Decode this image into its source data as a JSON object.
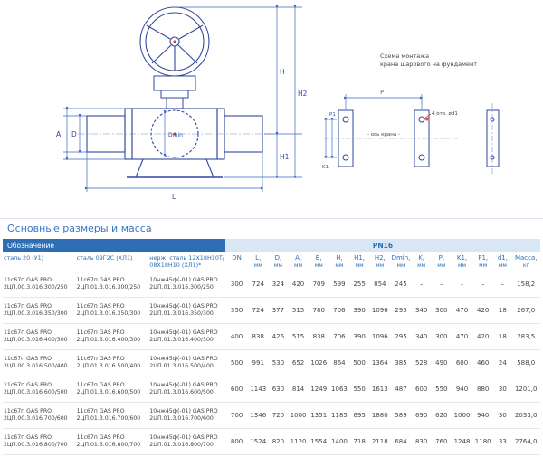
{
  "section_title": "Основные размеры и масса",
  "drawing": {
    "dim_labels": {
      "A": "A",
      "D": "D",
      "Dmin": "Dmin",
      "H": "H",
      "H1": "H1",
      "H2": "H2",
      "L": "L"
    },
    "scheme": {
      "title_line1": "Схема монтажа",
      "title_line2": "крана шарового на фундамент",
      "p_label": "P",
      "k1_label": "K1",
      "p1_label": "P1",
      "axis_label": "- ось крана -",
      "holes_label": "4 отв. ød1"
    }
  },
  "colors": {
    "brand_blue": "#2e6eb5",
    "band_light_blue": "#d8e6f6",
    "drawing_blue": "#31499b",
    "accent_red": "#d03a2f"
  },
  "table": {
    "designation_header": "Обозначение",
    "pn_header": "PN16",
    "designation_columns": [
      "сталь 20 (У1)",
      "сталь 09Г2С (ХЛ1)",
      "нерж. сталь 12Х18Н10Т/ 08Х18Н10 (ХЛ1)*"
    ],
    "dim_columns": [
      {
        "label": "DN",
        "unit": ""
      },
      {
        "label": "L,",
        "unit": "мм"
      },
      {
        "label": "D,",
        "unit": "мм"
      },
      {
        "label": "A,",
        "unit": "мм"
      },
      {
        "label": "B,",
        "unit": "мм"
      },
      {
        "label": "H,",
        "unit": "мм"
      },
      {
        "label": "H1,",
        "unit": "мм"
      },
      {
        "label": "H2,",
        "unit": "мм"
      },
      {
        "label": "Dmin,",
        "unit": "мм"
      },
      {
        "label": "K,",
        "unit": "мм"
      },
      {
        "label": "P,",
        "unit": "мм"
      },
      {
        "label": "K1,",
        "unit": "мм"
      },
      {
        "label": "P1,",
        "unit": "мм"
      },
      {
        "label": "d1,",
        "unit": "мм"
      },
      {
        "label": "Масса,",
        "unit": "кг"
      }
    ],
    "rows": [
      {
        "designations": [
          {
            "name": "11с67п GAS PRO",
            "code": "2ЦП.00.3.016.300/250"
          },
          {
            "name": "11с67п GAS PRO",
            "code": "2ЦП.01.3.016.300/250"
          },
          {
            "name": "10нж45ф(-01) GAS PRO",
            "code": "2ЦП.01.3.016.300/250"
          }
        ],
        "values": [
          "300",
          "724",
          "324",
          "420",
          "709",
          "599",
          "255",
          "854",
          "245",
          "–",
          "–",
          "–",
          "–",
          "–",
          "158,2"
        ]
      },
      {
        "designations": [
          {
            "name": "11с67п GAS PRO",
            "code": "2ЦП.00.3.016.350/300"
          },
          {
            "name": "11с67п GAS PRO",
            "code": "2ЦП.01.3.016.350/300"
          },
          {
            "name": "10нж45ф(-01) GAS PRO",
            "code": "2ЦП.01.3.016.350/300"
          }
        ],
        "values": [
          "350",
          "724",
          "377",
          "515",
          "780",
          "706",
          "390",
          "1096",
          "295",
          "340",
          "300",
          "470",
          "420",
          "18",
          "267,0"
        ]
      },
      {
        "designations": [
          {
            "name": "11с67п GAS PRO",
            "code": "2ЦП.00.3.016.400/300"
          },
          {
            "name": "11с67п GAS PRO",
            "code": "2ЦП.01.3.016.400/300"
          },
          {
            "name": "10нж45ф(-01) GAS PRO",
            "code": "2ЦП.01.3.016.400/300"
          }
        ],
        "values": [
          "400",
          "838",
          "426",
          "515",
          "838",
          "706",
          "390",
          "1096",
          "295",
          "340",
          "300",
          "470",
          "420",
          "18",
          "283,5"
        ]
      },
      {
        "designations": [
          {
            "name": "11с67п GAS PRO",
            "code": "2ЦП.00.3.016.500/400"
          },
          {
            "name": "11с67п GAS PRO",
            "code": "2ЦП.01.3.016.500/400"
          },
          {
            "name": "10нж45ф(-01) GAS PRO",
            "code": "2ЦП.01.3.016.500/400"
          }
        ],
        "values": [
          "500",
          "991",
          "530",
          "652",
          "1026",
          "864",
          "500",
          "1364",
          "385",
          "528",
          "490",
          "600",
          "460",
          "24",
          "588,0"
        ]
      },
      {
        "designations": [
          {
            "name": "11с67п GAS PRO",
            "code": "2ЦП.00.3.016.600/500"
          },
          {
            "name": "11с67п GAS PRO",
            "code": "2ЦП.01.3.016.600/500"
          },
          {
            "name": "10нж45ф(-01) GAS PRO",
            "code": "2ЦП.01.3.016.600/500"
          }
        ],
        "values": [
          "600",
          "1143",
          "630",
          "814",
          "1249",
          "1063",
          "550",
          "1613",
          "487",
          "600",
          "550",
          "940",
          "880",
          "30",
          "1201,0"
        ]
      },
      {
        "designations": [
          {
            "name": "11с67п GAS PRO",
            "code": "2ЦП.00.3.016.700/600"
          },
          {
            "name": "11с67п GAS PRO",
            "code": "2ЦП.01.3.016.700/600"
          },
          {
            "name": "10нж45ф(-01) GAS PRO",
            "code": "2ЦП.01.3.016.700/600"
          }
        ],
        "values": [
          "700",
          "1346",
          "720",
          "1000",
          "1351",
          "1185",
          "695",
          "1880",
          "589",
          "690",
          "620",
          "1000",
          "940",
          "30",
          "2033,0"
        ]
      },
      {
        "designations": [
          {
            "name": "11с67п GAS PRO",
            "code": "2ЦП.00.3.016.800/700"
          },
          {
            "name": "11с67п GAS PRO",
            "code": "2ЦП.01.3.016.800/700"
          },
          {
            "name": "10нж45ф(-01) GAS PRO",
            "code": "2ЦП.01.3.016.800/700"
          }
        ],
        "values": [
          "800",
          "1524",
          "820",
          "1120",
          "1554",
          "1400",
          "718",
          "2118",
          "684",
          "830",
          "760",
          "1248",
          "1180",
          "33",
          "2764,0"
        ]
      }
    ]
  }
}
